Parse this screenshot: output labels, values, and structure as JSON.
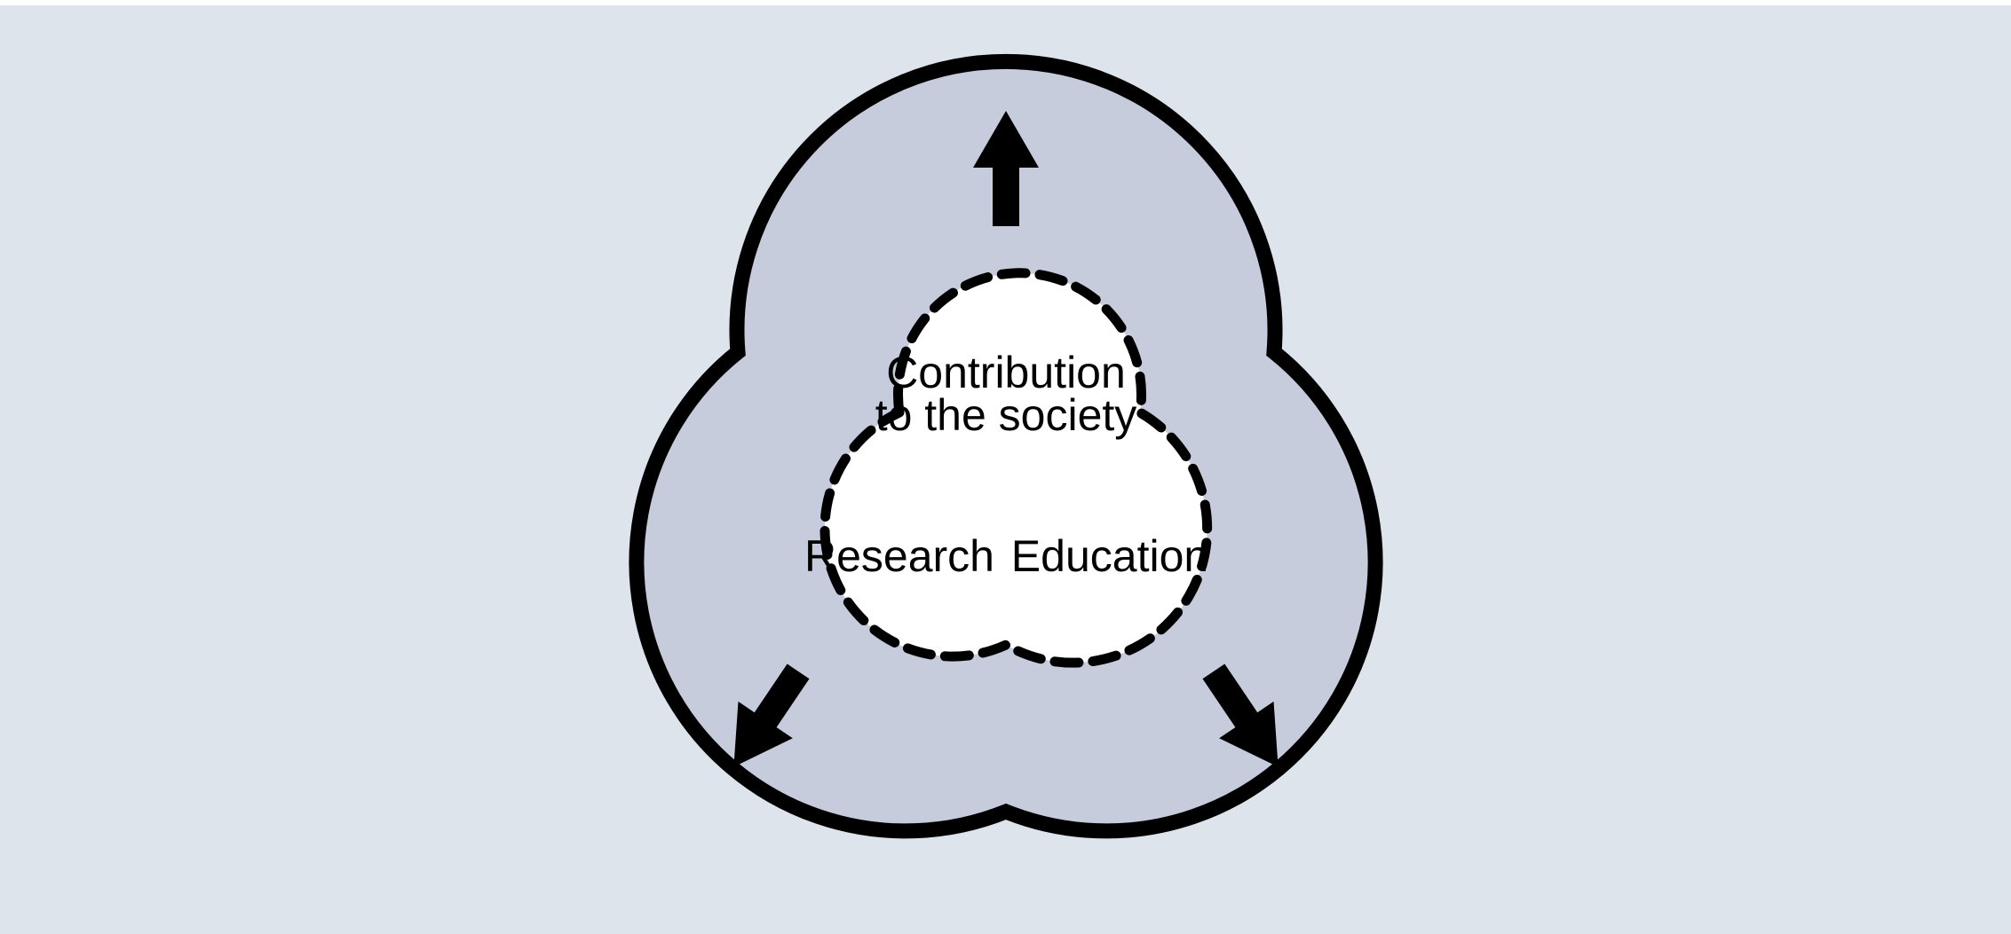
{
  "colors": {
    "page_border": "#ffffff",
    "panel_background": "#dde4ec",
    "outer_shape_fill": "#c6ccdc",
    "inner_shape_fill": "#ffffff",
    "stroke": "#000000",
    "text": "#000000"
  },
  "labels": {
    "top_line1": "Contribution",
    "top_line2": "to the society",
    "left": "Research",
    "right": "Education"
  },
  "icons": {
    "top": "arrow-up-icon",
    "bottom_left": "arrow-down-left-icon",
    "bottom_right": "arrow-down-right-icon"
  }
}
